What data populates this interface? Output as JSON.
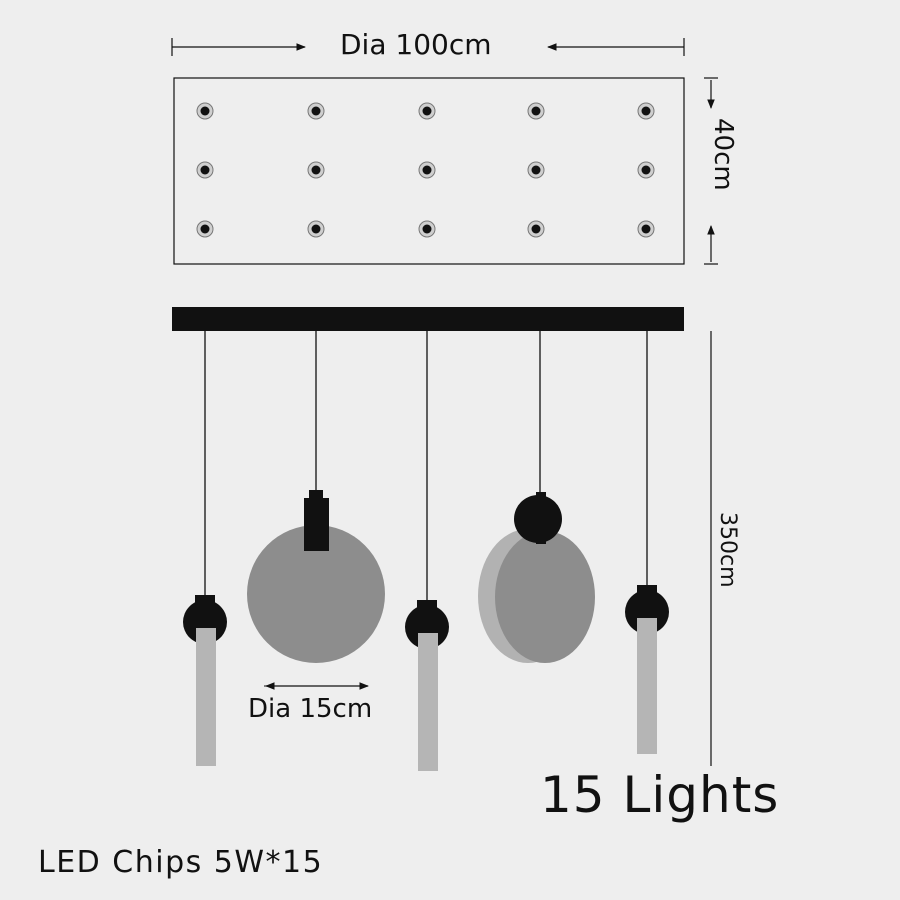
{
  "labels": {
    "width": "Dia 100cm",
    "depth": "40cm",
    "height": "350cm",
    "pendant_diameter": "Dia 15cm",
    "light_count": "15 Lights",
    "chips": "LED Chips 5W*15"
  },
  "colors": {
    "background": "#eeeeee",
    "line": "#111111",
    "bar": "#111111",
    "globe": "#8d8d8d",
    "globe_edge": "#b2b2b2",
    "tube": "#b5b5b5",
    "cap": "#111111"
  },
  "icons": {
    "socket": "socket-dot-icon",
    "arrow": "dimension-arrow-icon"
  }
}
